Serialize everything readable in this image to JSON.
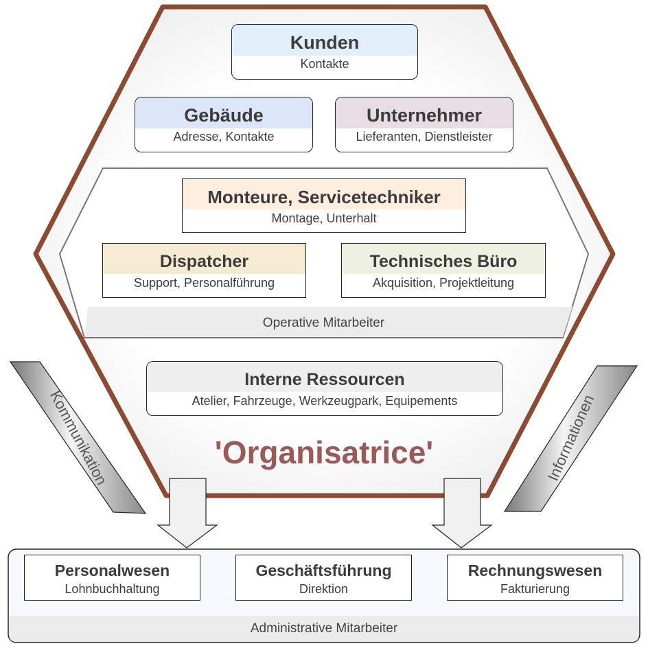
{
  "title": "'Organisatrice'",
  "external": [
    {
      "title": "Kunden",
      "subtitle": "Kontakte",
      "color": "#e0eef9"
    },
    {
      "title": "Gebäude",
      "subtitle": "Adresse, Kontakte",
      "color": "#dde6f8"
    },
    {
      "title": "Unternehmer",
      "subtitle": "Lieferanten, Dienstleister",
      "color": "#e8dde3"
    }
  ],
  "operative": {
    "label": "Operative Mitarbeiter",
    "boxes": [
      {
        "title": "Monteure, Servicetechniker",
        "subtitle": "Montage, Unterhalt",
        "color": "#fdeee0"
      },
      {
        "title": "Dispatcher",
        "subtitle": "Support, Personalführung",
        "color": "#f5ebd2"
      },
      {
        "title": "Technisches Büro",
        "subtitle": "Akquisition, Projektleitung",
        "color": "#eef0e2"
      }
    ]
  },
  "resources": {
    "title": "Interne Ressourcen",
    "subtitle": "Atelier,  Fahrzeuge, Werkzeugpark, Equipements",
    "color": "#eeeeee"
  },
  "side_labels": {
    "left": "Kommunikation",
    "right": "Informationen"
  },
  "administrative": {
    "label": "Administrative Mitarbeiter",
    "boxes": [
      {
        "title": "Personalwesen",
        "subtitle": "Lohnbuchhaltung"
      },
      {
        "title": "Geschäftsführung",
        "subtitle": "Direktion"
      },
      {
        "title": "Rechnungswesen",
        "subtitle": "Fakturierung"
      }
    ]
  },
  "colors": {
    "hexagon": "#8b4a32",
    "title": "#9a5a5a"
  }
}
